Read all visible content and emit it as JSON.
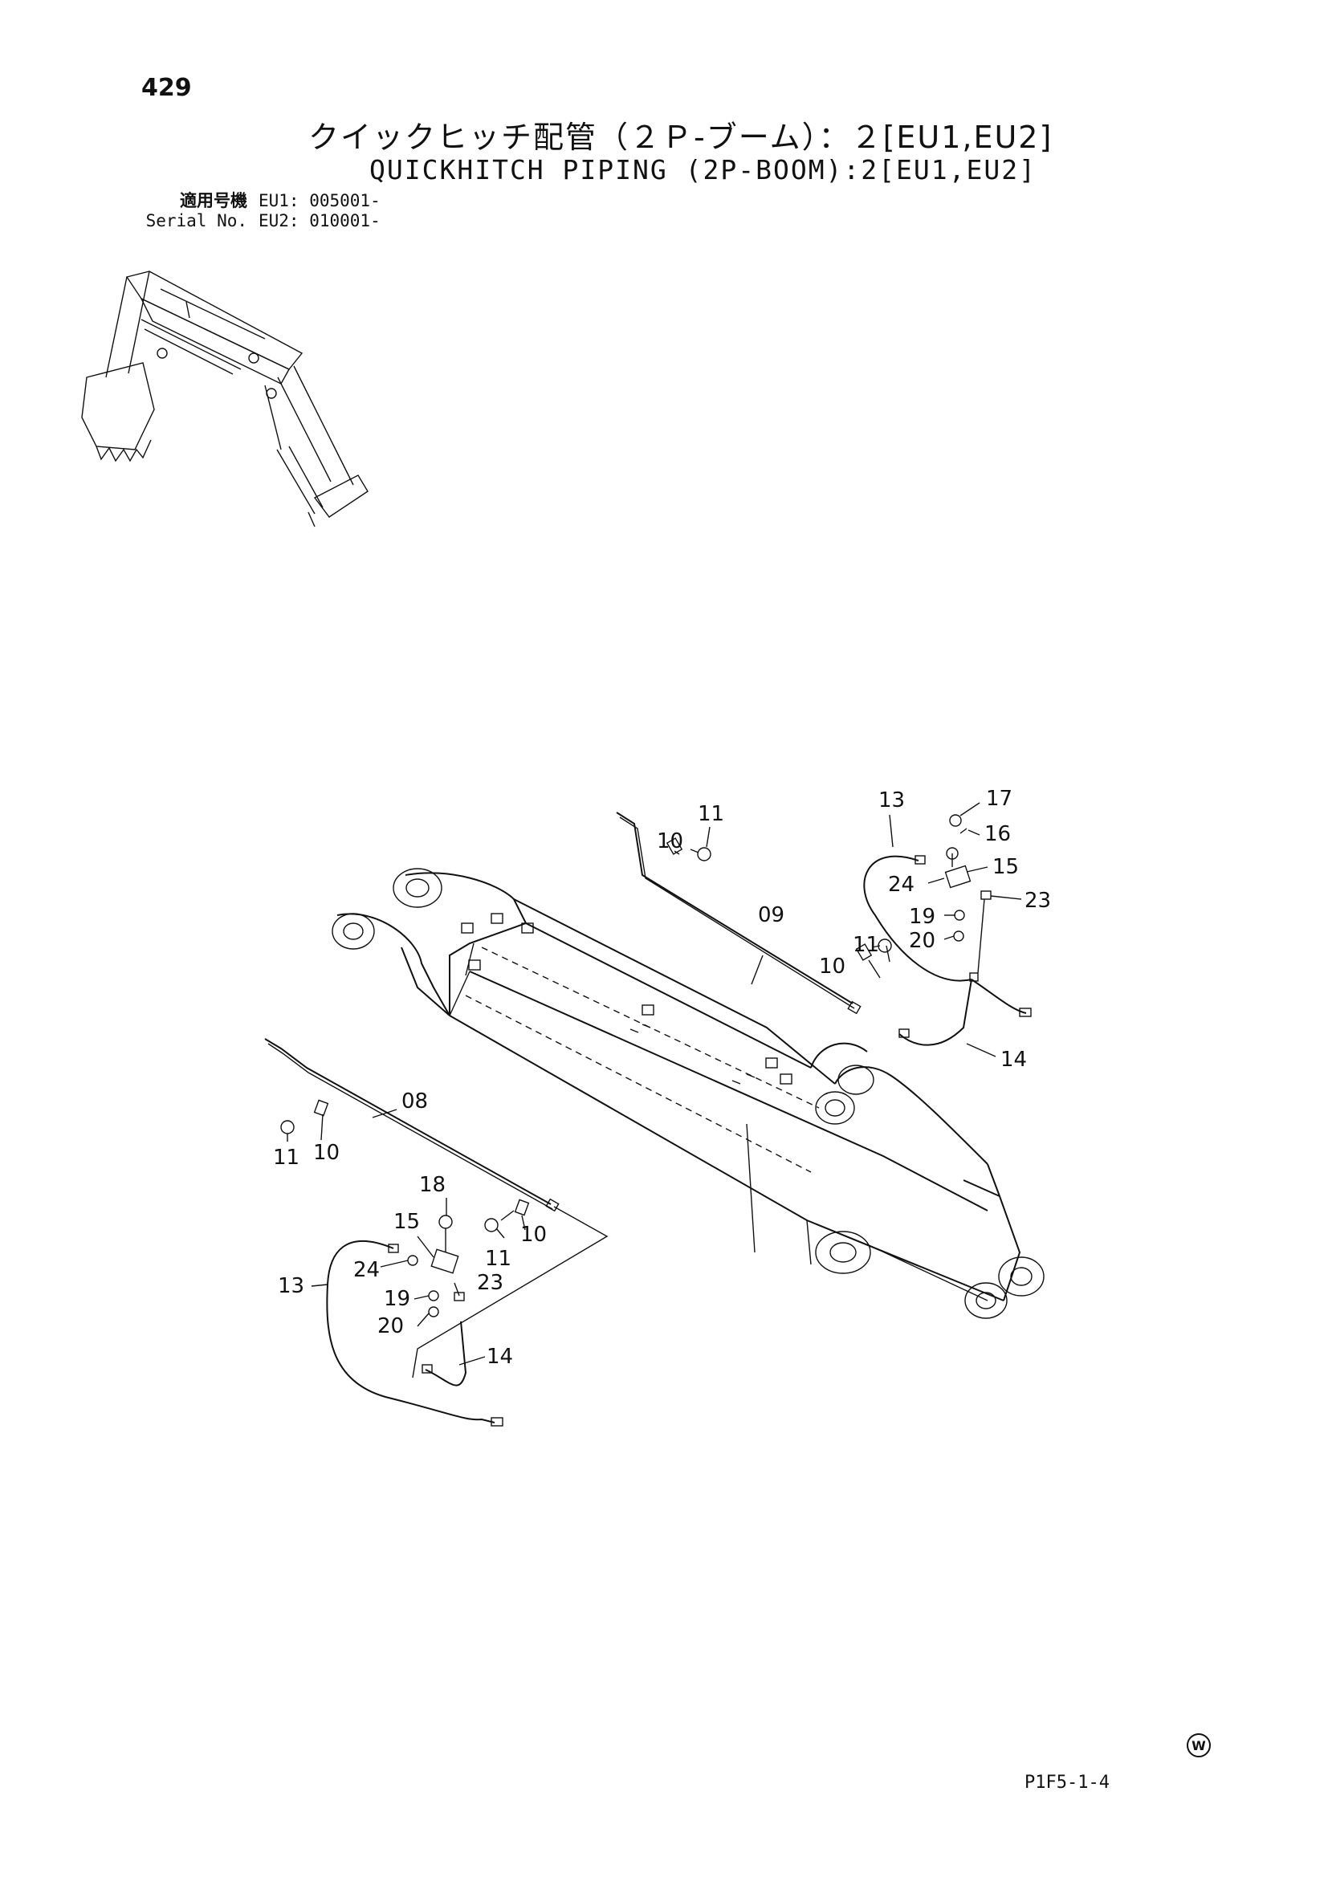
{
  "page": {
    "number": "429",
    "title_jp": "クイックヒッチ配管（２Ｐ-ブーム）：２[EU1,EU2]",
    "title_en": "QUICKHITCH PIPING (2P-BOOM):2[EU1,EU2]",
    "serial_label_jp": "適用号機",
    "serial_label_en": "Serial No.",
    "serial_eu1": "EU1: 005001-",
    "serial_eu2": "EU2: 010001-",
    "drawing_code": "P1F5-1-4",
    "mark": "W"
  },
  "callouts": {
    "c08": "08",
    "c09": "09",
    "c10a": "10",
    "c10b": "10",
    "c10c": "10",
    "c10d": "10",
    "c11a": "11",
    "c11b": "11",
    "c11c": "11",
    "c11d": "11",
    "c13a": "13",
    "c13b": "13",
    "c14a": "14",
    "c14b": "14",
    "c15a": "15",
    "c15b": "15",
    "c16": "16",
    "c17": "17",
    "c18": "18",
    "c19a": "19",
    "c19b": "19",
    "c20a": "20",
    "c20b": "20",
    "c23a": "23",
    "c23b": "23",
    "c24a": "24",
    "c24b": "24"
  }
}
